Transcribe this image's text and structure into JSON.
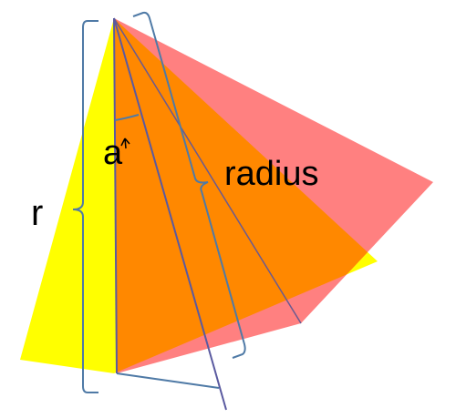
{
  "labels": {
    "r": "r",
    "a": "a",
    "radius": "radius"
  },
  "colors": {
    "yellow_shape": "#ffff00",
    "pink_shape": "#ff8080",
    "orange_overlap": "#ff8800",
    "bracket": "#4f7aa6",
    "lines": "#5a5aa0",
    "label": "#000000"
  }
}
